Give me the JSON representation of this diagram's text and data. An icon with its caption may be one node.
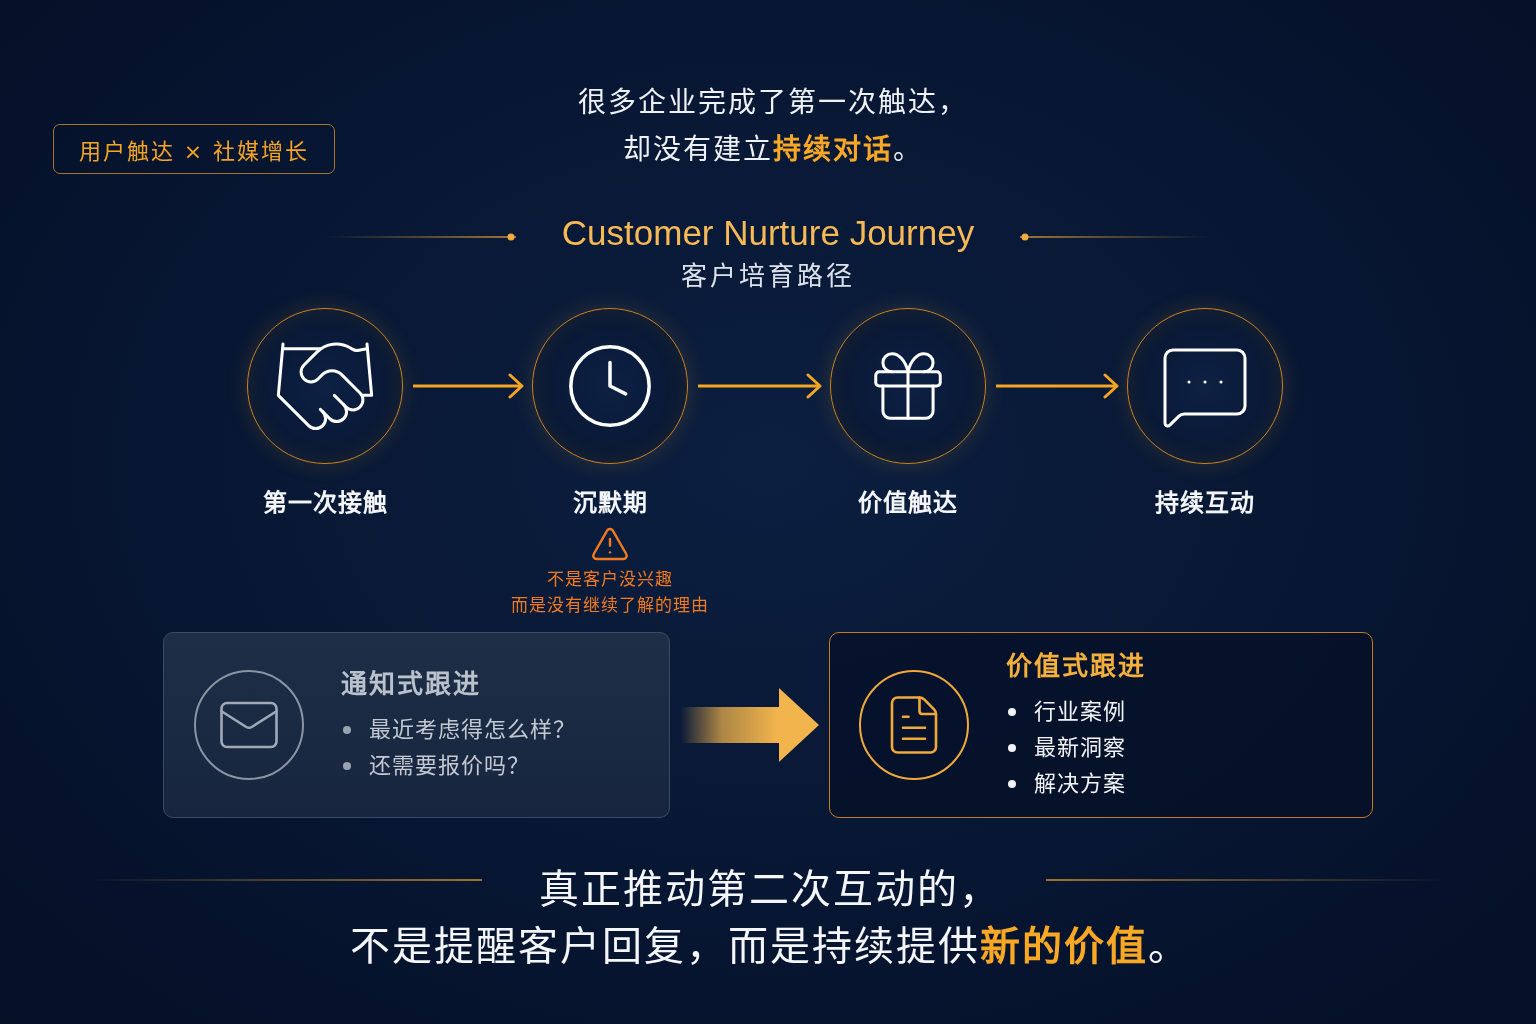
{
  "diagram": {
    "title": "很多企业完成了第一次触达，却没有建立**持续对话**。",
    "caption": "真正推动第二次互动的，不是提醒客户回复，而是持续提供**新的价值**。",
    "nodes": [
      {
        "text": [
          "用户触达 × 社媒增长"
        ]
      },
      {
        "text": [
          "第一次接触"
        ]
      },
      {
        "text": [
          "沉默期"
        ],
        "beside": [
          "不是客户没兴趣",
          "而是没有继续了解的理由"
        ]
      },
      {
        "text": [
          "价值触达"
        ]
      },
      {
        "text": [
          "持续互动"
        ]
      },
      {
        "text": [
          "通知式跟进",
          "最近考虑得怎么样？",
          "还需要报价吗？"
        ]
      },
      {
        "text": [
          "价值式跟进",
          "行业案例",
          "最新洞察",
          "解决方案"
        ]
      }
    ],
    "edges": [
      {
        "from": 1,
        "to": 2,
        "arrow": "to"
      },
      {
        "from": 2,
        "to": 3,
        "arrow": "to"
      },
      {
        "from": 3,
        "to": 4,
        "arrow": "to"
      },
      {
        "from": 5,
        "to": 6,
        "arrow": "to",
        "style": "thick"
      }
    ],
    "labels": [
      "Customer Nurture Journey",
      "客户培育路径"
    ]
  }
}
